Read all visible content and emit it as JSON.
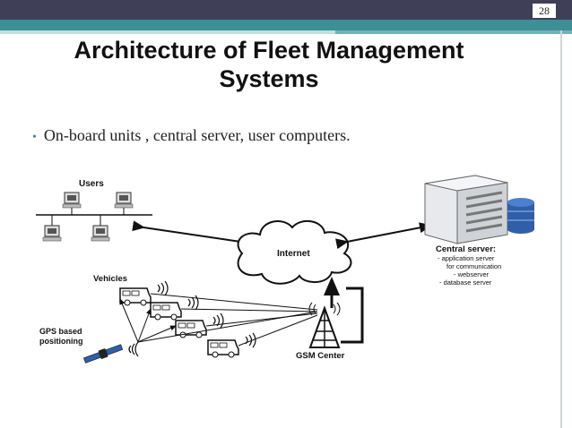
{
  "slide": {
    "page_number": "28",
    "title_line1": "Architecture of Fleet Management",
    "title_line2": "Systems",
    "bullet": "On-board units , central server, user computers."
  },
  "diagram": {
    "users_label": "Users",
    "internet_label": "Internet",
    "vehicles_label": "Vehicles",
    "gps_label_line1": "GPS based",
    "gps_label_line2": "positioning",
    "gsm_label": "GSM Center",
    "server_title": "Central server:",
    "server_lines": [
      "- application server",
      "for communication",
      "- webserver",
      "- database server"
    ]
  },
  "colors": {
    "header_dark": "#3f3f58",
    "header_teal": "#3e8e95",
    "database_blue": "#2f5fa8"
  }
}
